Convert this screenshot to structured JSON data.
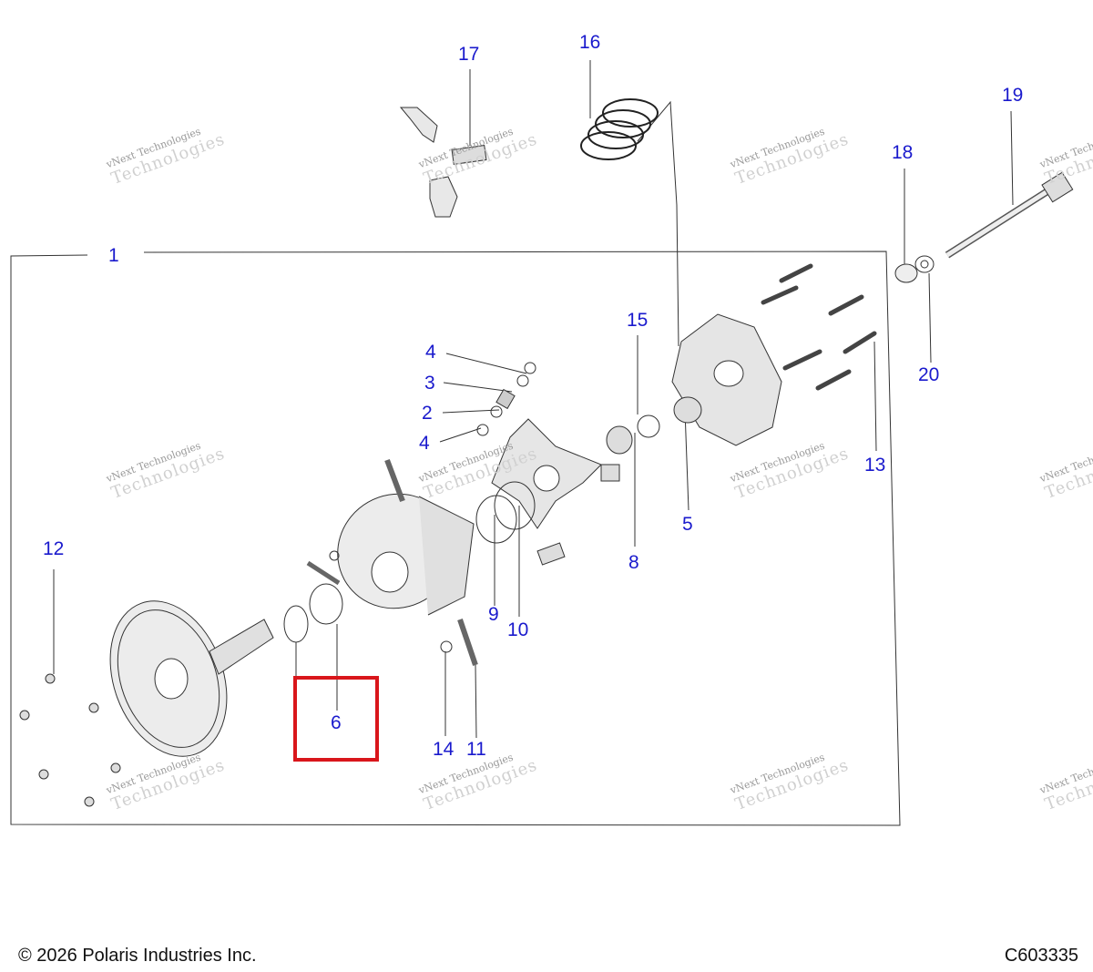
{
  "callouts": {
    "c1": "1",
    "c2": "2",
    "c3": "3",
    "c4a": "4",
    "c4b": "4",
    "c5": "5",
    "c6": "6",
    "c8": "8",
    "c9": "9",
    "c10": "10",
    "c11": "11",
    "c12": "12",
    "c13": "13",
    "c14": "14",
    "c15": "15",
    "c16": "16",
    "c17": "17",
    "c18": "18",
    "c19": "19",
    "c20": "20"
  },
  "watermark": {
    "line1": "vNext Technologies",
    "line2": "Technologies"
  },
  "footer": {
    "copyright": "© 2026 Polaris Industries Inc.",
    "code": "C603335"
  },
  "colors": {
    "callout": "#1a1acd",
    "highlight": "#d9161b",
    "line": "#333333"
  }
}
